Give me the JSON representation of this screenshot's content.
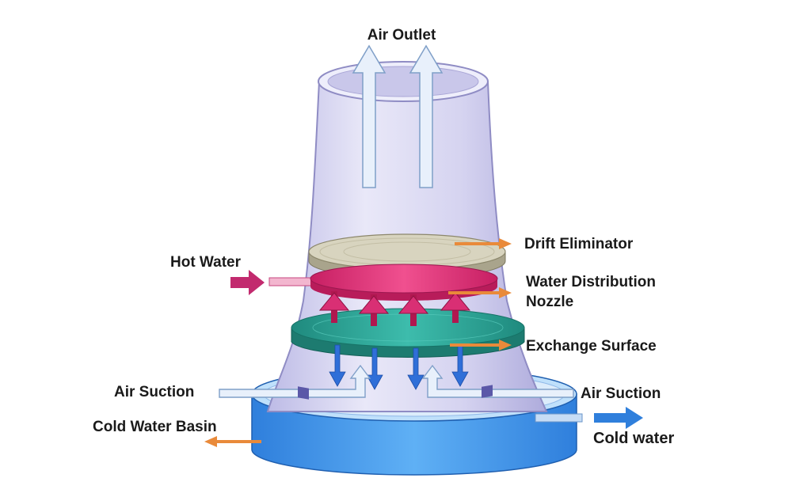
{
  "labels": {
    "air_outlet": "Air Outlet",
    "drift_eliminator": "Drift Eliminator",
    "hot_water": "Hot Water",
    "water_distribution_line1": "Water Distribution",
    "water_distribution_line2": "Nozzle",
    "exchange_surface": "Exchange Surface",
    "air_suction_left": "Air Suction",
    "air_suction_right": "Air Suction",
    "cold_water_basin": "Cold Water Basin",
    "cold_water": "Cold water"
  },
  "colors": {
    "tower": "#d9d8f2",
    "tower_edge": "#8f8cc4",
    "drift": "#cfcab3",
    "nozzle_plate": "#e0337a",
    "exchange": "#2fa394",
    "basin": "#3c8fe6",
    "leader_orange": "#e98a3a",
    "water_down": "#2f6fd8",
    "hot_arrow": "#c22a6e",
    "air_arrow": "#e8f0fb"
  }
}
